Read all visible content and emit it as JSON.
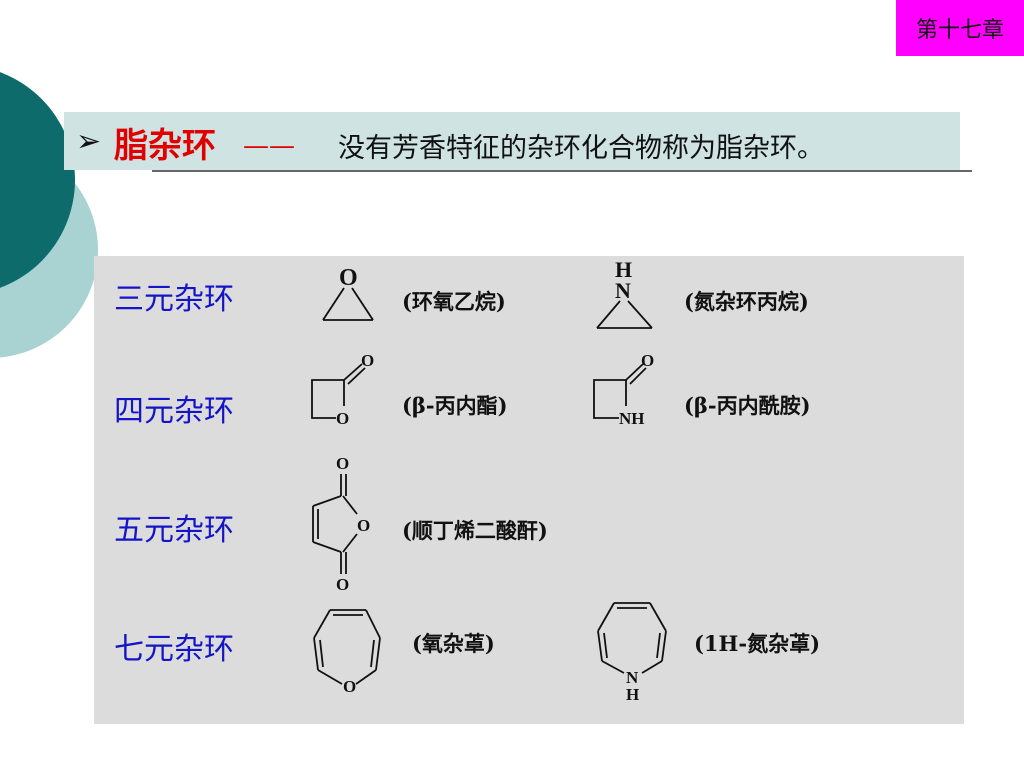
{
  "chapter_tag": "第十七章",
  "title": {
    "arrow": "➢",
    "term": "脂杂环",
    "dash": "——",
    "definition": "没有芳香特征的杂环化合物称为脂杂环。"
  },
  "rows": [
    {
      "label": "三元杂环",
      "compounds": [
        {
          "name": "(环氧乙烷)",
          "atoms": [
            "O"
          ]
        },
        {
          "name": "(氮杂环丙烷)",
          "atoms": [
            "H",
            "N"
          ]
        }
      ]
    },
    {
      "label": "四元杂环",
      "compounds": [
        {
          "name": "(β-丙内酯)",
          "atoms": [
            "O",
            "O"
          ]
        },
        {
          "name": "(β-丙内酰胺)",
          "atoms": [
            "O",
            "NH"
          ]
        }
      ]
    },
    {
      "label": "五元杂环",
      "compounds": [
        {
          "name": "(顺丁烯二酸酐)",
          "atoms": [
            "O",
            "O",
            "O"
          ]
        }
      ]
    },
    {
      "label": "七元杂环",
      "compounds": [
        {
          "name": "(氧杂䓬)",
          "atoms": [
            "O"
          ]
        },
        {
          "name": "(1H-氮杂䓬)",
          "atoms": [
            "N",
            "H"
          ]
        }
      ]
    }
  ],
  "colors": {
    "accent_red": "#e00000",
    "label_blue": "#1414c8",
    "tag_magenta": "#ff00ff",
    "panel_gray": "#dcdcdc",
    "title_bar": "#cfe3e3"
  }
}
